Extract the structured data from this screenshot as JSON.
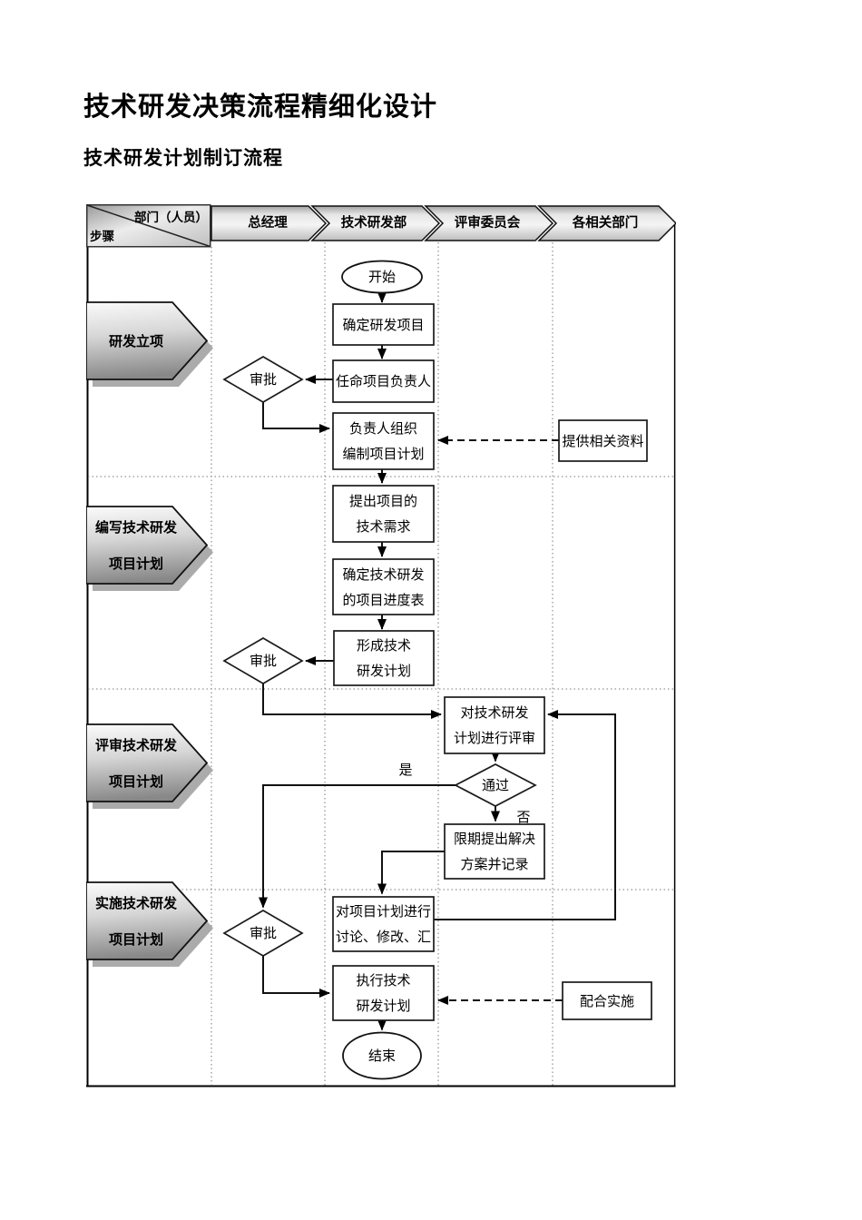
{
  "page": {
    "title": "技术研发决策流程精细化设计",
    "subtitle": "技术研发计划制订流程"
  },
  "matrix": {
    "corner": {
      "top": "部门（人员）",
      "bottom": "步骤"
    },
    "lanes": [
      "总经理",
      "技术研发部",
      "评审委员会",
      "各相关部门"
    ],
    "steps": [
      {
        "line1": "研发立项"
      },
      {
        "line1": "编写技术研发",
        "line2": "项目计划"
      },
      {
        "line1": "评审技术研发",
        "line2": "项目计划"
      },
      {
        "line1": "实施技术研发",
        "line2": "项目计划"
      }
    ]
  },
  "flow": {
    "start": "开始",
    "end": "结束",
    "determine": {
      "line1": "确定研发项目"
    },
    "appoint": {
      "line1": "任命项目负责人"
    },
    "approve1": "审批",
    "approve2": "审批",
    "approve3": "审批",
    "organize": {
      "line1": "负责人组织",
      "line2": "编制项目计划"
    },
    "provide": {
      "line1": "提供相关资料"
    },
    "requirement": {
      "line1": "提出项目的",
      "line2": "技术需求"
    },
    "schedule": {
      "line1": "确定技术研发",
      "line2": "的项目进度表"
    },
    "form": {
      "line1": "形成技术",
      "line2": "研发计划"
    },
    "review": {
      "line1": "对技术研发",
      "line2": "计划进行评审"
    },
    "pass": "通过",
    "yes": "是",
    "no": "否",
    "solution": {
      "line1": "限期提出解决",
      "line2": "方案并记录"
    },
    "discuss": {
      "line1": "对项目计划进行",
      "line2": "讨论、修改、汇"
    },
    "execute": {
      "line1": "执行技术",
      "line2": "研发计划"
    },
    "cooperate": {
      "line1": "配合实施"
    }
  },
  "colors": {
    "background": "#ffffff",
    "ink": "#000000",
    "gradient_light": "#f7f7f7",
    "gradient_dark": "#8c8c8c"
  }
}
